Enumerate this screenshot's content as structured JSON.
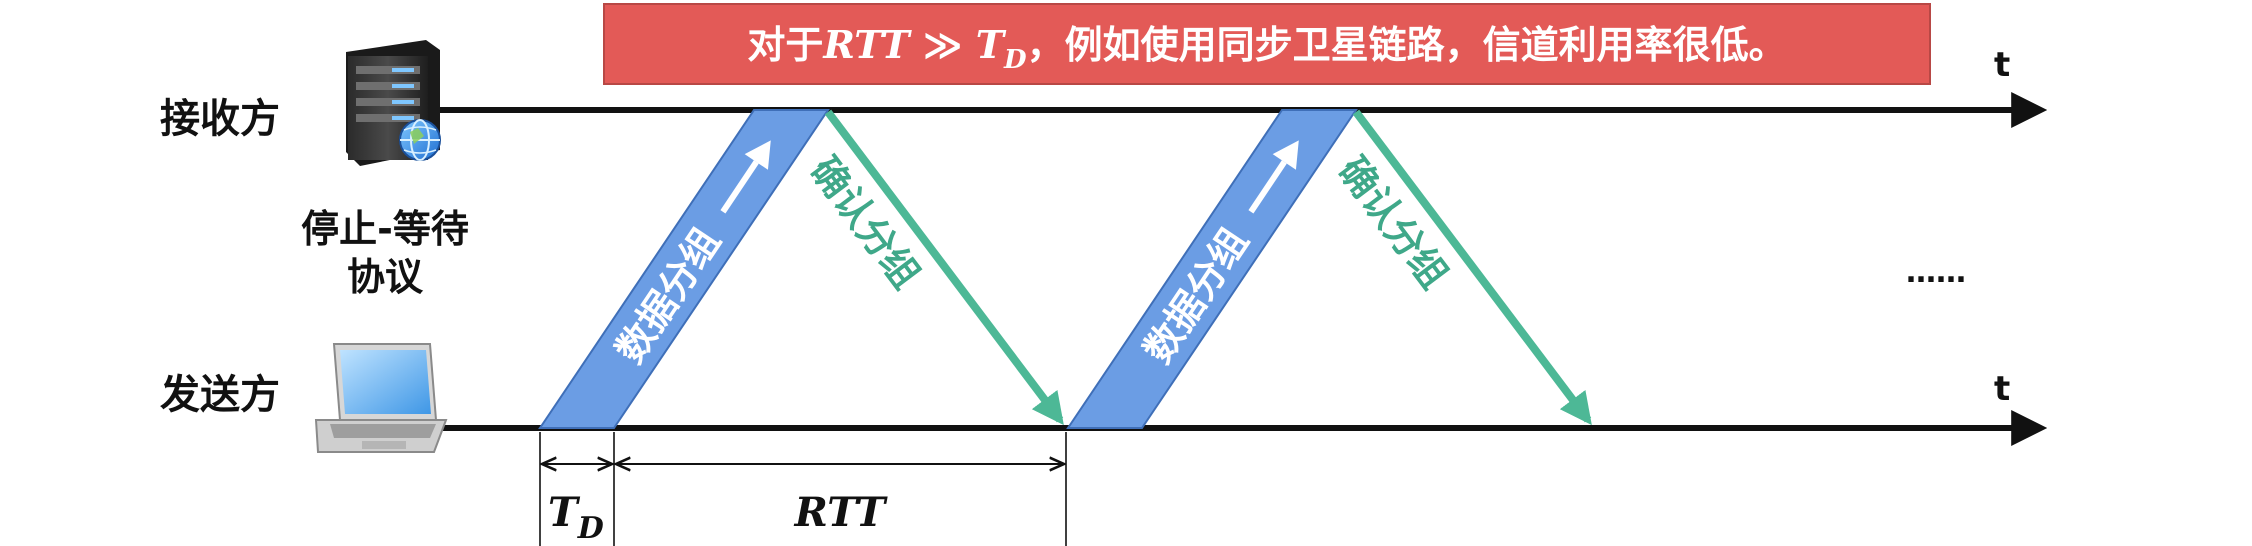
{
  "banner": {
    "prefix": "对于",
    "rtt": "RTT",
    "gg": " ≫ ",
    "t": "T",
    "sub_d": "D",
    "suffix": "，例如使用同步卫星链路，信道利用率很低。"
  },
  "receiver_label": "接收方",
  "sender_label": "发送方",
  "protocol_label_line1": "停止-等待",
  "protocol_label_line2": "协议",
  "time_axis_label_top": "t",
  "time_axis_label_bottom": "t",
  "data_packet_label": "数据分组",
  "ack_packet_label": "确认分组",
  "ellipsis": "……",
  "td_label": {
    "t": "T",
    "sub_d": "D"
  },
  "rtt_label": "RTT",
  "colors": {
    "banner_bg": "#E35A57",
    "banner_border": "#B84845",
    "data_packet": "#6B9DE4",
    "data_packet_edge": "#3F6FB8",
    "ack_arrow": "#4DB896",
    "ack_text": "#3FA889",
    "axis": "#111111"
  },
  "icons": [
    "server-icon",
    "globe-icon",
    "laptop-icon"
  ]
}
